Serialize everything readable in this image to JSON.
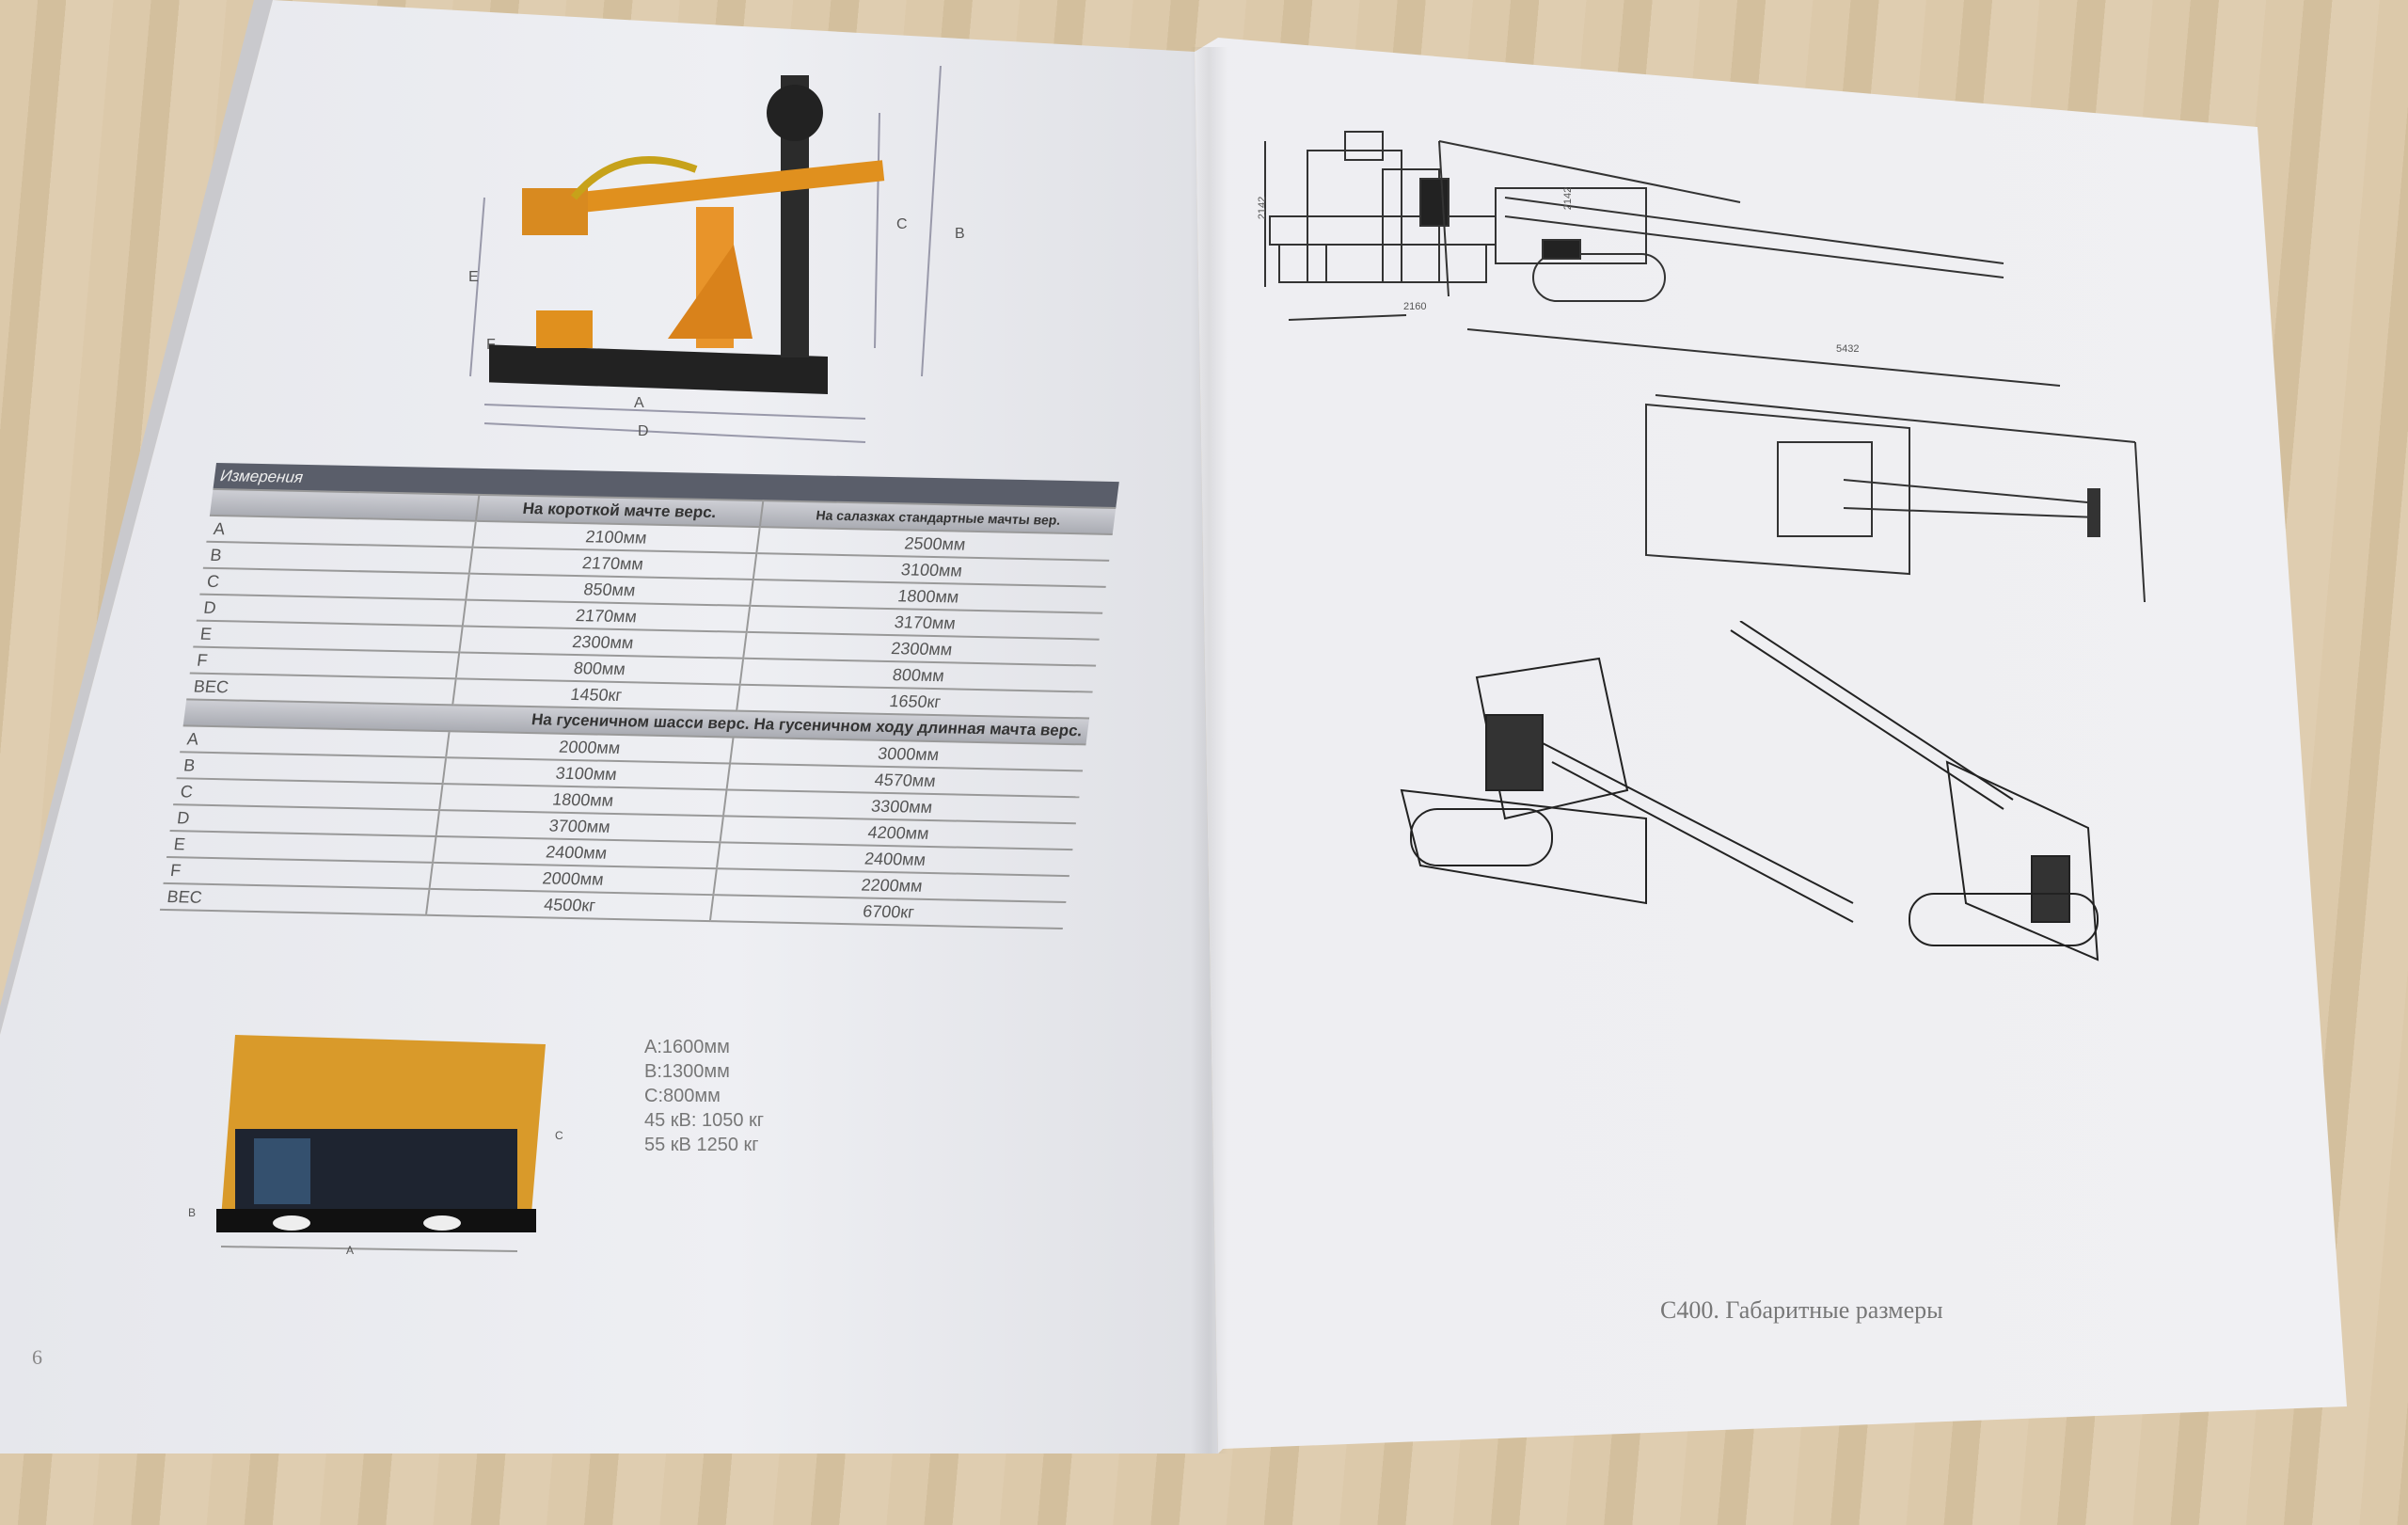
{
  "left_page": {
    "page_number": "6",
    "machine_dimension_labels": [
      "E",
      "C",
      "B",
      "F",
      "A",
      "D"
    ],
    "table": {
      "title": "Измерения",
      "section1_headers": [
        "На короткой мачте верс.",
        "На салазках стандартные мачты вер."
      ],
      "section1_rows": [
        {
          "label": "A",
          "v1": "2100мм",
          "v2": "2500мм"
        },
        {
          "label": "B",
          "v1": "2170мм",
          "v2": "3100мм"
        },
        {
          "label": "C",
          "v1": "850мм",
          "v2": "1800мм"
        },
        {
          "label": "D",
          "v1": "2170мм",
          "v2": "3170мм"
        },
        {
          "label": "E",
          "v1": "2300мм",
          "v2": "2300мм"
        },
        {
          "label": "F",
          "v1": "800мм",
          "v2": "800мм"
        },
        {
          "label": "ВЕС",
          "v1": "1450кг",
          "v2": "1650кг"
        }
      ],
      "section2_header": "На гусеничном шасси верс. На гусеничном ходу длинная мачта верс.",
      "section2_rows": [
        {
          "label": "A",
          "v1": "2000мм",
          "v2": "3000мм"
        },
        {
          "label": "B",
          "v1": "3100мм",
          "v2": "4570мм"
        },
        {
          "label": "C",
          "v1": "1800мм",
          "v2": "3300мм"
        },
        {
          "label": "D",
          "v1": "3700мм",
          "v2": "4200мм"
        },
        {
          "label": "E",
          "v1": "2400мм",
          "v2": "2400мм"
        },
        {
          "label": "F",
          "v1": "2000мм",
          "v2": "2200мм"
        },
        {
          "label": "ВЕС",
          "v1": "4500кг",
          "v2": "6700кг"
        }
      ]
    },
    "power_unit": {
      "labels": [
        "A",
        "B",
        "C"
      ],
      "specs": [
        "A:1600мм",
        "B:1300мм",
        "C:800мм",
        "45 кВ: 1050 кг",
        "55 кВ 1250 кг"
      ]
    }
  },
  "right_page": {
    "drawing_dimensions": {
      "front_height": "2142",
      "front_width": "2160",
      "side_height": "2142",
      "side_length": "5432"
    },
    "caption": "С400. Габаритные размеры"
  },
  "colors": {
    "machine_orange": "#e0901e",
    "table_header": "#5a5e6a"
  }
}
